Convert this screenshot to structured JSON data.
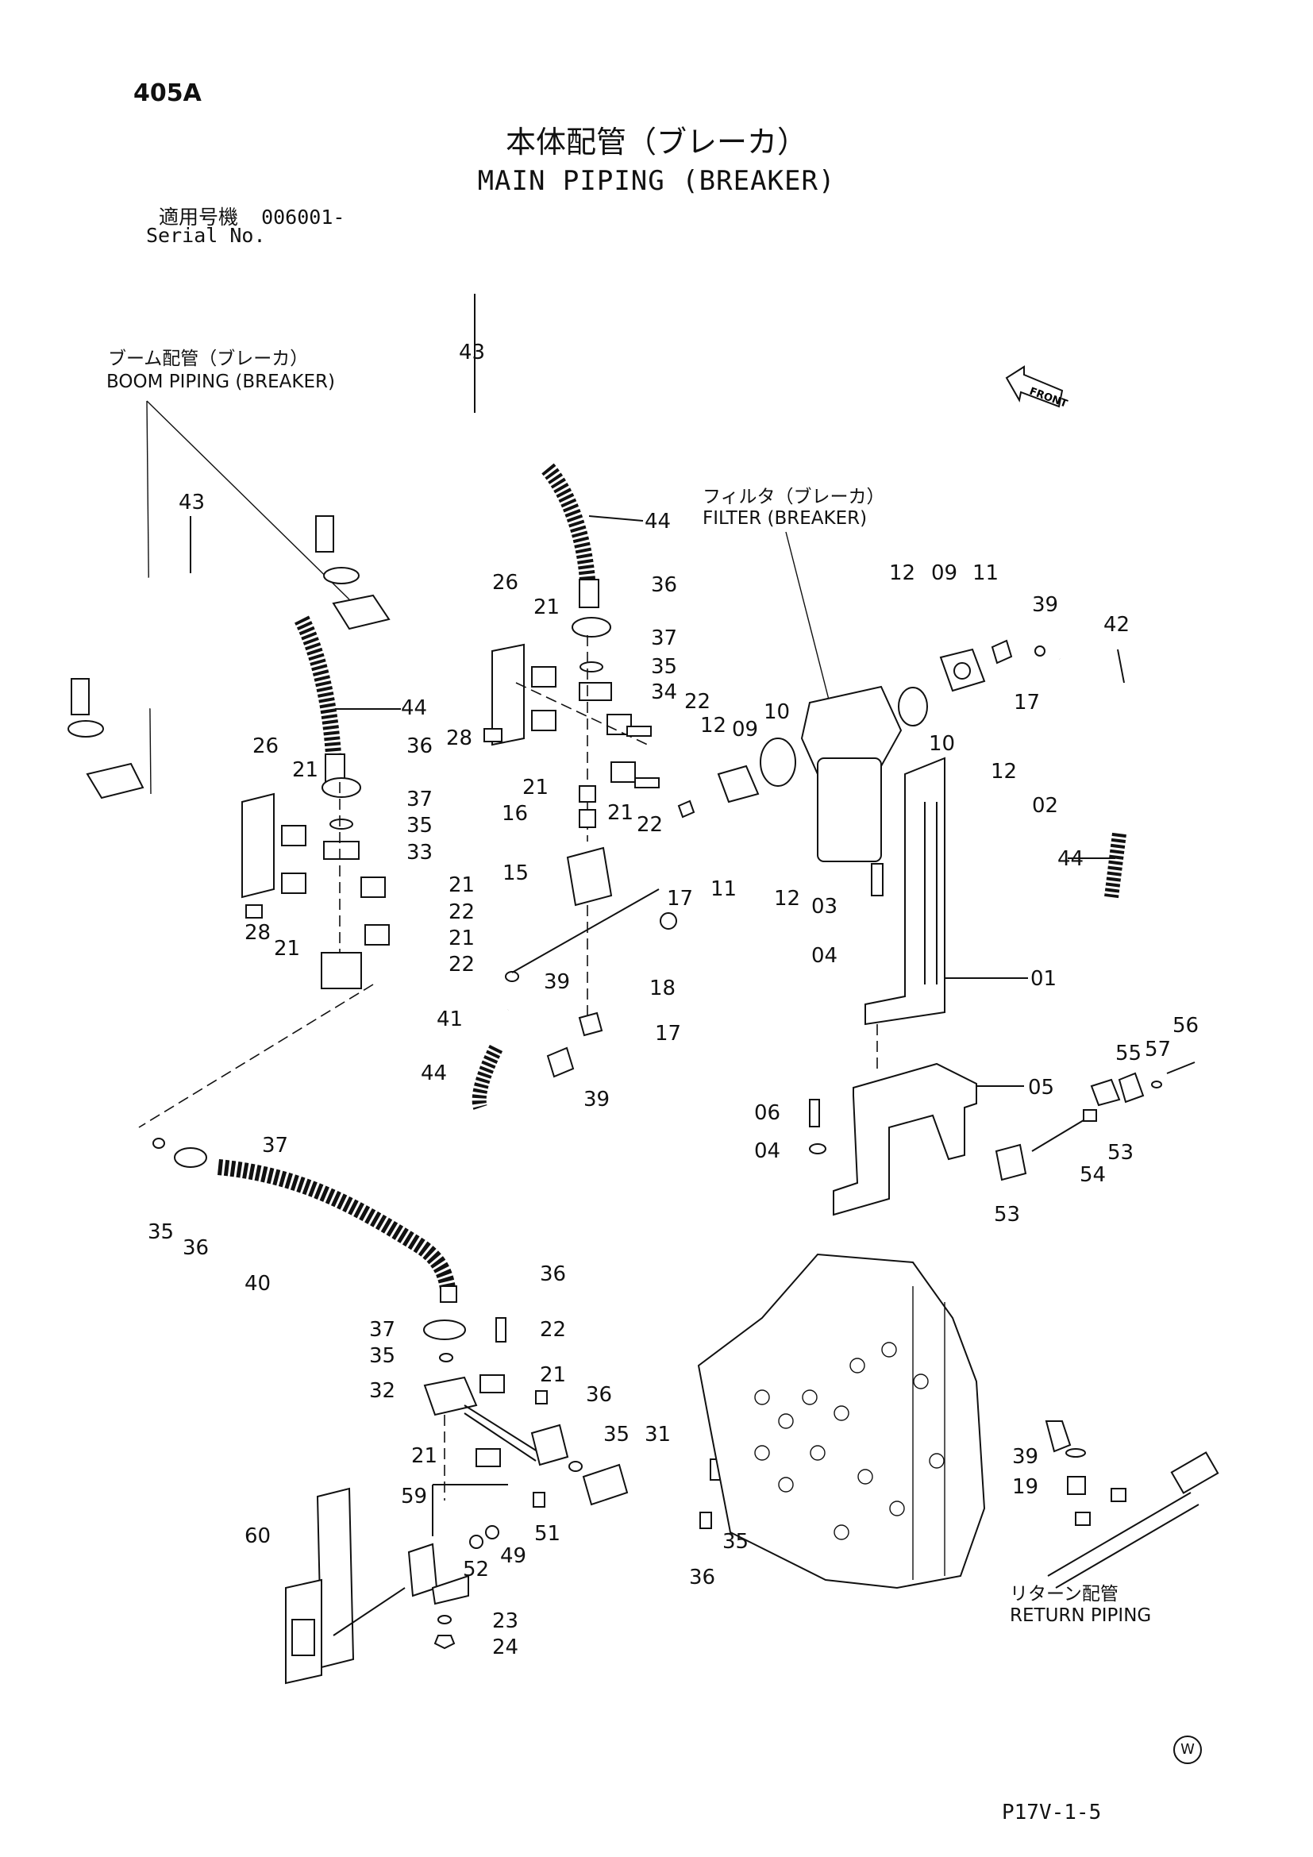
{
  "header": {
    "page_number": "405A",
    "title_jp": "本体配管（ブレーカ）",
    "title_en": "MAIN PIPING (BREAKER)",
    "serial_label_jp": "適用号機",
    "serial_value": "006001-",
    "serial_label_en": "Serial No."
  },
  "callouts": {
    "boom_jp": "ブーム配管（ブレーカ）",
    "boom_en": "BOOM PIPING (BREAKER)",
    "filter_jp": "フィルタ（ブレーカ）",
    "filter_en": "FILTER (BREAKER)",
    "return_jp": "リターン配管",
    "return_en": "RETURN PIPING",
    "front": "FRONT"
  },
  "labels": [
    {
      "id": "l1",
      "text": "43"
    },
    {
      "id": "l2",
      "text": "43"
    },
    {
      "id": "l3",
      "text": "44"
    },
    {
      "id": "l4",
      "text": "44"
    },
    {
      "id": "l5",
      "text": "36"
    },
    {
      "id": "l6",
      "text": "37"
    },
    {
      "id": "l7",
      "text": "35"
    },
    {
      "id": "l8",
      "text": "34"
    },
    {
      "id": "l9",
      "text": "26"
    },
    {
      "id": "l10",
      "text": "21"
    },
    {
      "id": "l11",
      "text": "28"
    },
    {
      "id": "l12",
      "text": "21"
    },
    {
      "id": "l13",
      "text": "22"
    },
    {
      "id": "l14",
      "text": "16"
    },
    {
      "id": "l15",
      "text": "21"
    },
    {
      "id": "l16",
      "text": "22"
    },
    {
      "id": "l17",
      "text": "15"
    },
    {
      "id": "l18",
      "text": "18"
    },
    {
      "id": "l19",
      "text": "17"
    },
    {
      "id": "l20",
      "text": "11"
    },
    {
      "id": "l21",
      "text": "12"
    },
    {
      "id": "l22",
      "text": "12"
    },
    {
      "id": "l23",
      "text": "09"
    },
    {
      "id": "l24",
      "text": "10"
    },
    {
      "id": "l25",
      "text": "12"
    },
    {
      "id": "l26",
      "text": "09"
    },
    {
      "id": "l27",
      "text": "11"
    },
    {
      "id": "l28",
      "text": "17"
    },
    {
      "id": "l29",
      "text": "39"
    },
    {
      "id": "l30",
      "text": "42"
    },
    {
      "id": "l31",
      "text": "10"
    },
    {
      "id": "l32",
      "text": "12"
    },
    {
      "id": "l33",
      "text": "02"
    },
    {
      "id": "l34",
      "text": "44"
    },
    {
      "id": "l35",
      "text": "03"
    },
    {
      "id": "l36",
      "text": "04"
    },
    {
      "id": "l37",
      "text": "01"
    },
    {
      "id": "l38",
      "text": "26"
    },
    {
      "id": "l39",
      "text": "21"
    },
    {
      "id": "l40",
      "text": "36"
    },
    {
      "id": "l41",
      "text": "37"
    },
    {
      "id": "l42",
      "text": "35"
    },
    {
      "id": "l43",
      "text": "33"
    },
    {
      "id": "l44",
      "text": "21"
    },
    {
      "id": "l45",
      "text": "22"
    },
    {
      "id": "l46",
      "text": "21"
    },
    {
      "id": "l47",
      "text": "22"
    },
    {
      "id": "l48",
      "text": "28"
    },
    {
      "id": "l49",
      "text": "21"
    },
    {
      "id": "l50",
      "text": "39"
    },
    {
      "id": "l51",
      "text": "41"
    },
    {
      "id": "l52",
      "text": "17"
    },
    {
      "id": "l53",
      "text": "44"
    },
    {
      "id": "l54",
      "text": "39"
    },
    {
      "id": "l55",
      "text": "05"
    },
    {
      "id": "l56",
      "text": "06"
    },
    {
      "id": "l57",
      "text": "04"
    },
    {
      "id": "l58",
      "text": "56"
    },
    {
      "id": "l59",
      "text": "57"
    },
    {
      "id": "l60",
      "text": "55"
    },
    {
      "id": "l61",
      "text": "53"
    },
    {
      "id": "l62",
      "text": "54"
    },
    {
      "id": "l63",
      "text": "53"
    },
    {
      "id": "l64",
      "text": "37"
    },
    {
      "id": "l65",
      "text": "35"
    },
    {
      "id": "l66",
      "text": "36"
    },
    {
      "id": "l67",
      "text": "40"
    },
    {
      "id": "l68",
      "text": "36"
    },
    {
      "id": "l69",
      "text": "37"
    },
    {
      "id": "l70",
      "text": "22"
    },
    {
      "id": "l71",
      "text": "35"
    },
    {
      "id": "l72",
      "text": "21"
    },
    {
      "id": "l73",
      "text": "32"
    },
    {
      "id": "l74",
      "text": "36"
    },
    {
      "id": "l75",
      "text": "35"
    },
    {
      "id": "l76",
      "text": "31"
    },
    {
      "id": "l77",
      "text": "21"
    },
    {
      "id": "l78",
      "text": "59"
    },
    {
      "id": "l79",
      "text": "60"
    },
    {
      "id": "l80",
      "text": "51"
    },
    {
      "id": "l81",
      "text": "49"
    },
    {
      "id": "l82",
      "text": "52"
    },
    {
      "id": "l83",
      "text": "35"
    },
    {
      "id": "l84",
      "text": "36"
    },
    {
      "id": "l85",
      "text": "23"
    },
    {
      "id": "l86",
      "text": "24"
    },
    {
      "id": "l87",
      "text": "39"
    },
    {
      "id": "l88",
      "text": "19"
    }
  ],
  "footer": {
    "doc_code": "P17V-1-5",
    "mark": "W"
  }
}
